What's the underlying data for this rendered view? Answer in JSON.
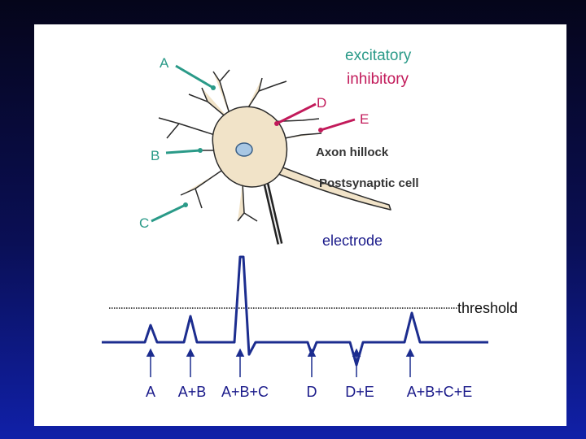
{
  "colors": {
    "excitatory": "#2a9a88",
    "inhibitory": "#c21a5a",
    "trace": "#1c2d8f",
    "label": "#1a1a8a"
  },
  "legend": {
    "excitatory": "excitatory",
    "inhibitory": "inhibitory"
  },
  "neuron": {
    "axon_hillock": "Axon hillock",
    "postsynaptic_cell": "Postsynaptic cell",
    "electrode": "electrode"
  },
  "synapses": {
    "A": "A",
    "B": "B",
    "C": "C",
    "D": "D",
    "E": "E"
  },
  "recording": {
    "threshold_label": "threshold",
    "events": [
      "A",
      "A+B",
      "A+B+C",
      "D",
      "D+E",
      "A+B+C+E"
    ]
  }
}
